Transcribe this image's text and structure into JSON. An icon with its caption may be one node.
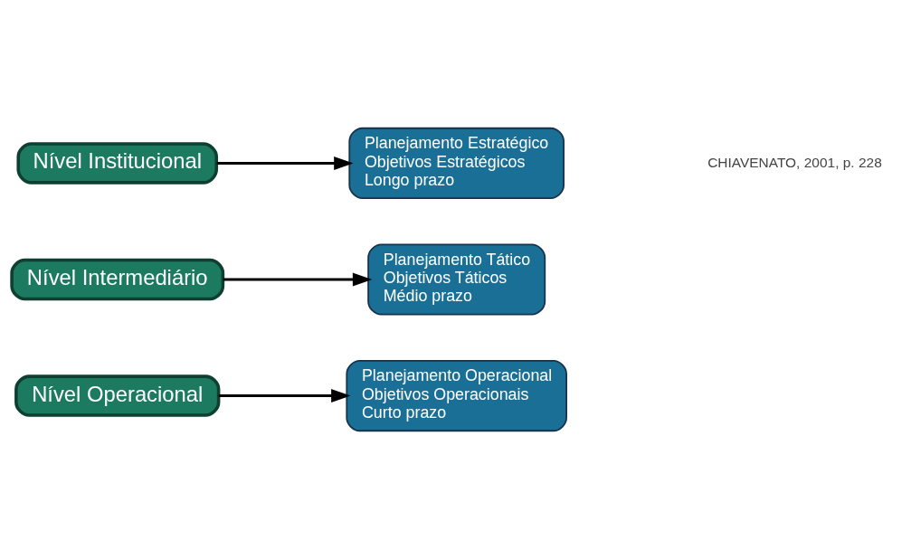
{
  "diagram": {
    "nodes": [
      {
        "text": [
          "Nível Institucional"
        ]
      },
      {
        "text": [
          "Nível Intermediário"
        ]
      },
      {
        "text": [
          "Nível Operacional"
        ]
      },
      {
        "text": [
          "Planejamento Estratégico",
          "Objetivos Estratégicos",
          "Longo prazo"
        ]
      },
      {
        "text": [
          "Planejamento Tático",
          "Objetivos Táticos",
          "Médio prazo"
        ]
      },
      {
        "text": [
          "Planejamento Operacional",
          "Objetivos Operacionais",
          "Curto prazo"
        ]
      }
    ],
    "edges": [
      {
        "from": 0,
        "to": 3,
        "arrow": "to"
      },
      {
        "from": 1,
        "to": 4,
        "arrow": "to"
      },
      {
        "from": 2,
        "to": 5,
        "arrow": "to"
      }
    ],
    "labels": [
      "CHIAVENATO, 2001, p. 228"
    ]
  }
}
